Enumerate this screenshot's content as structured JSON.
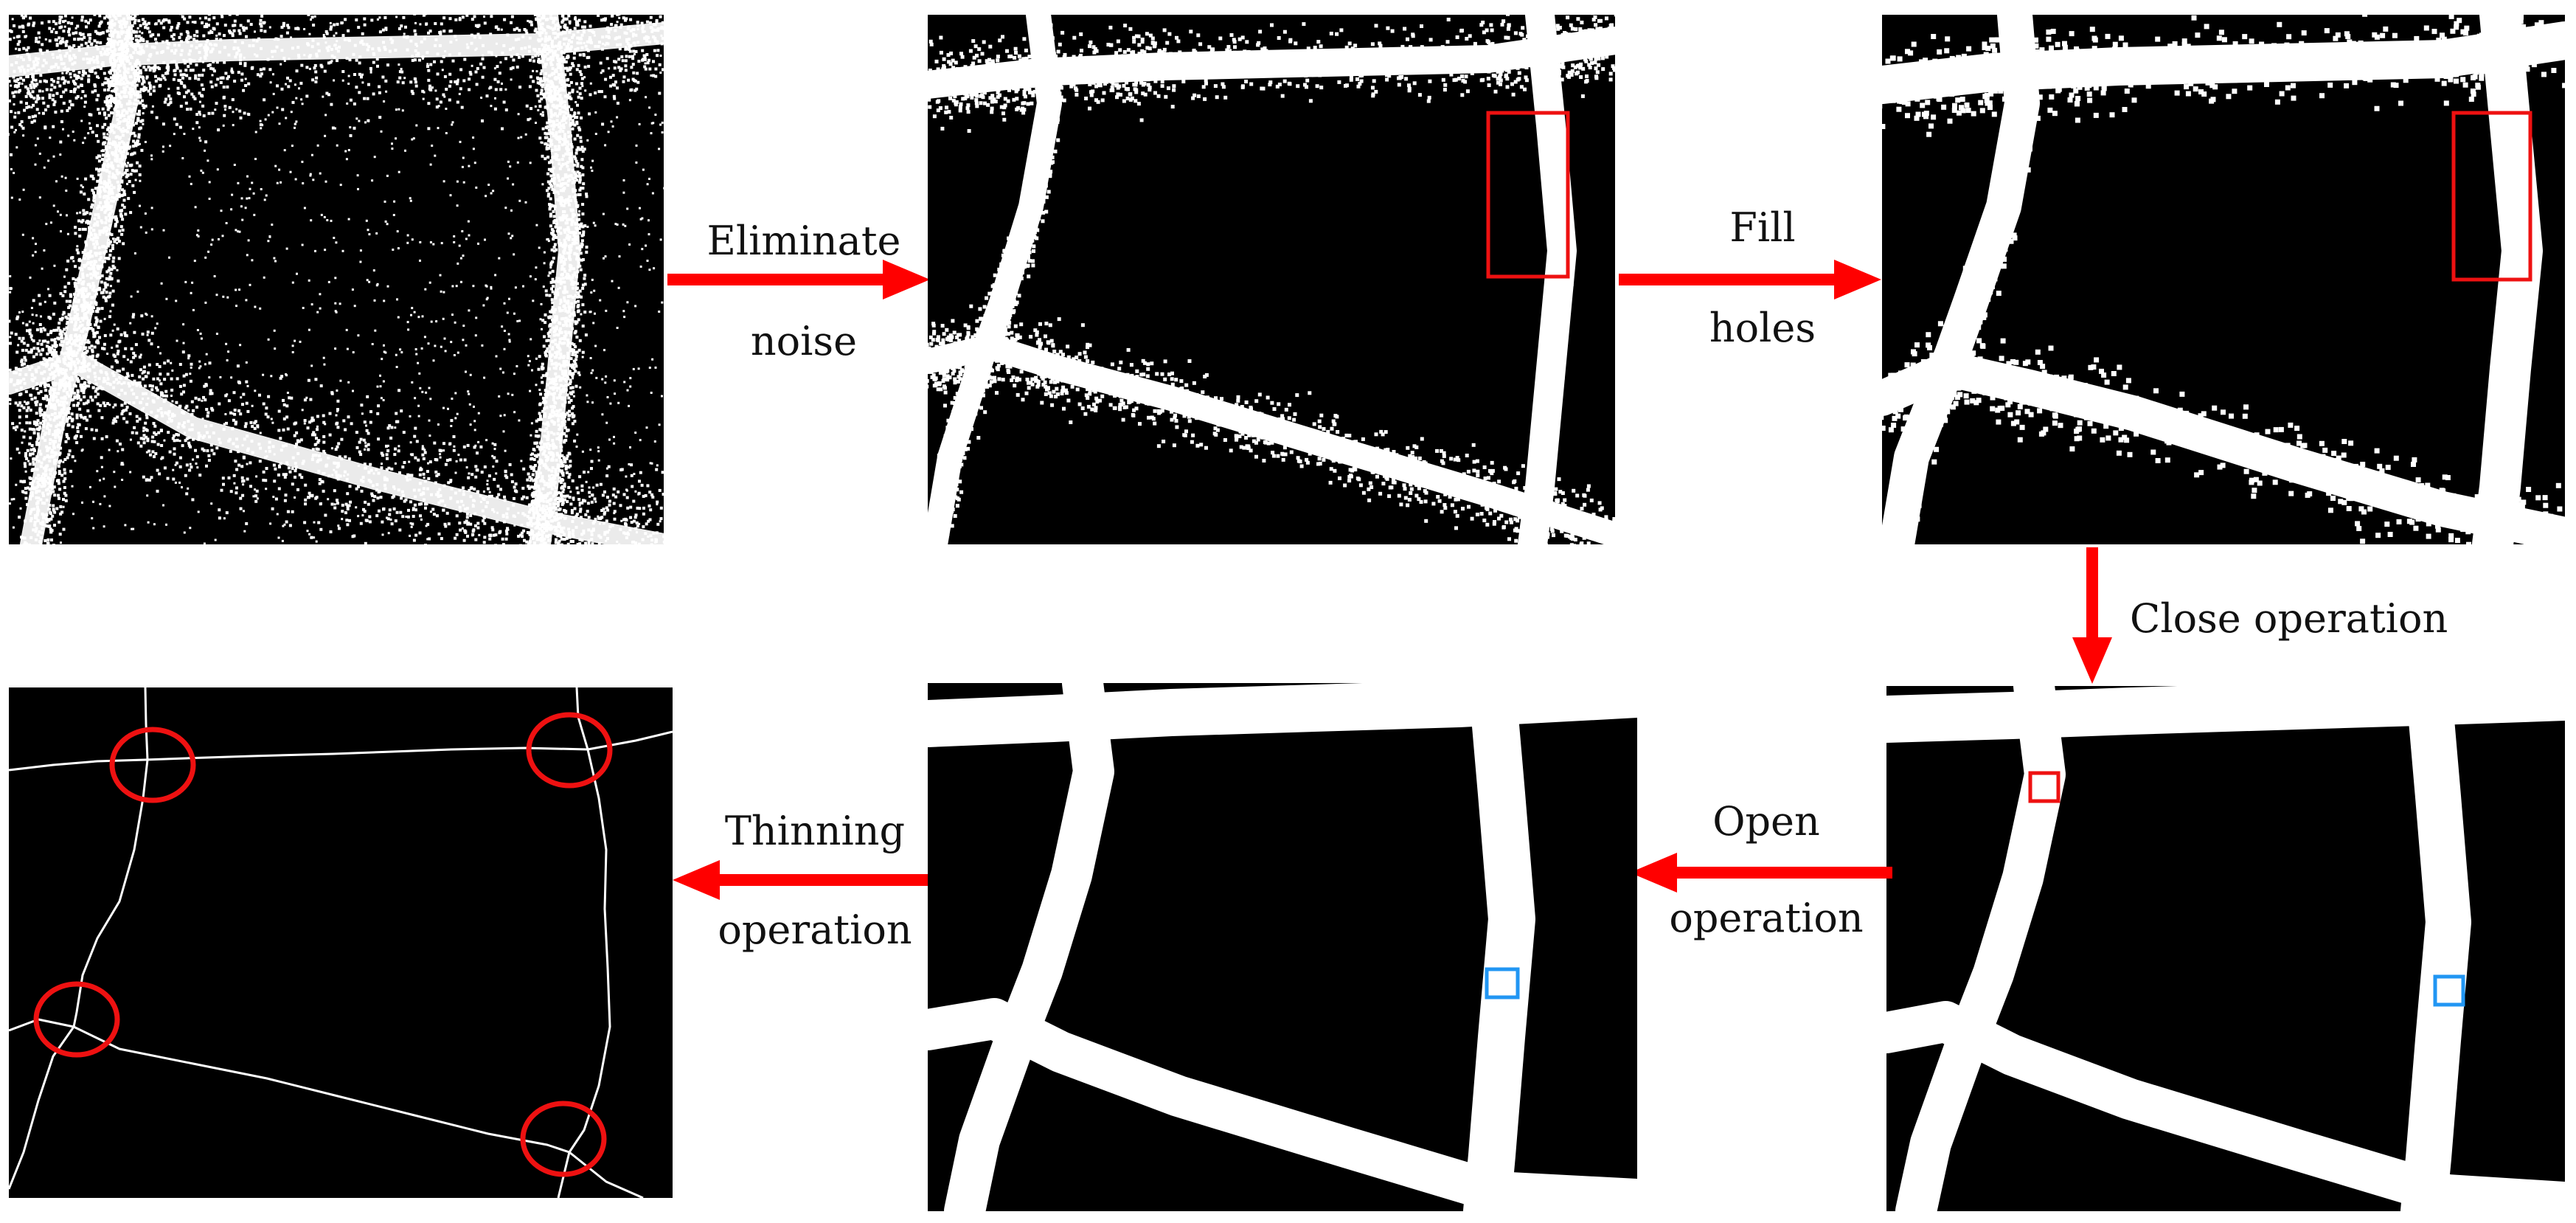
{
  "steps": {
    "eliminate_noise": {
      "line1": "Eliminate",
      "line2": "noise"
    },
    "fill_holes": {
      "line1": "Fill",
      "line2": "holes"
    },
    "close_operation": {
      "line1": "Close operation"
    },
    "open_operation": {
      "line1": "Open",
      "line2": "operation"
    },
    "thinning_operation": {
      "line1": "Thinning",
      "line2": "operation"
    }
  },
  "colors": {
    "arrow": "#ff0000",
    "highlight_red": "#ee1111",
    "highlight_blue": "#2196f3",
    "background": "#000000",
    "foreground": "#ffffff"
  },
  "icons": [
    "right-arrow-icon",
    "down-arrow-icon",
    "left-arrow-icon"
  ]
}
